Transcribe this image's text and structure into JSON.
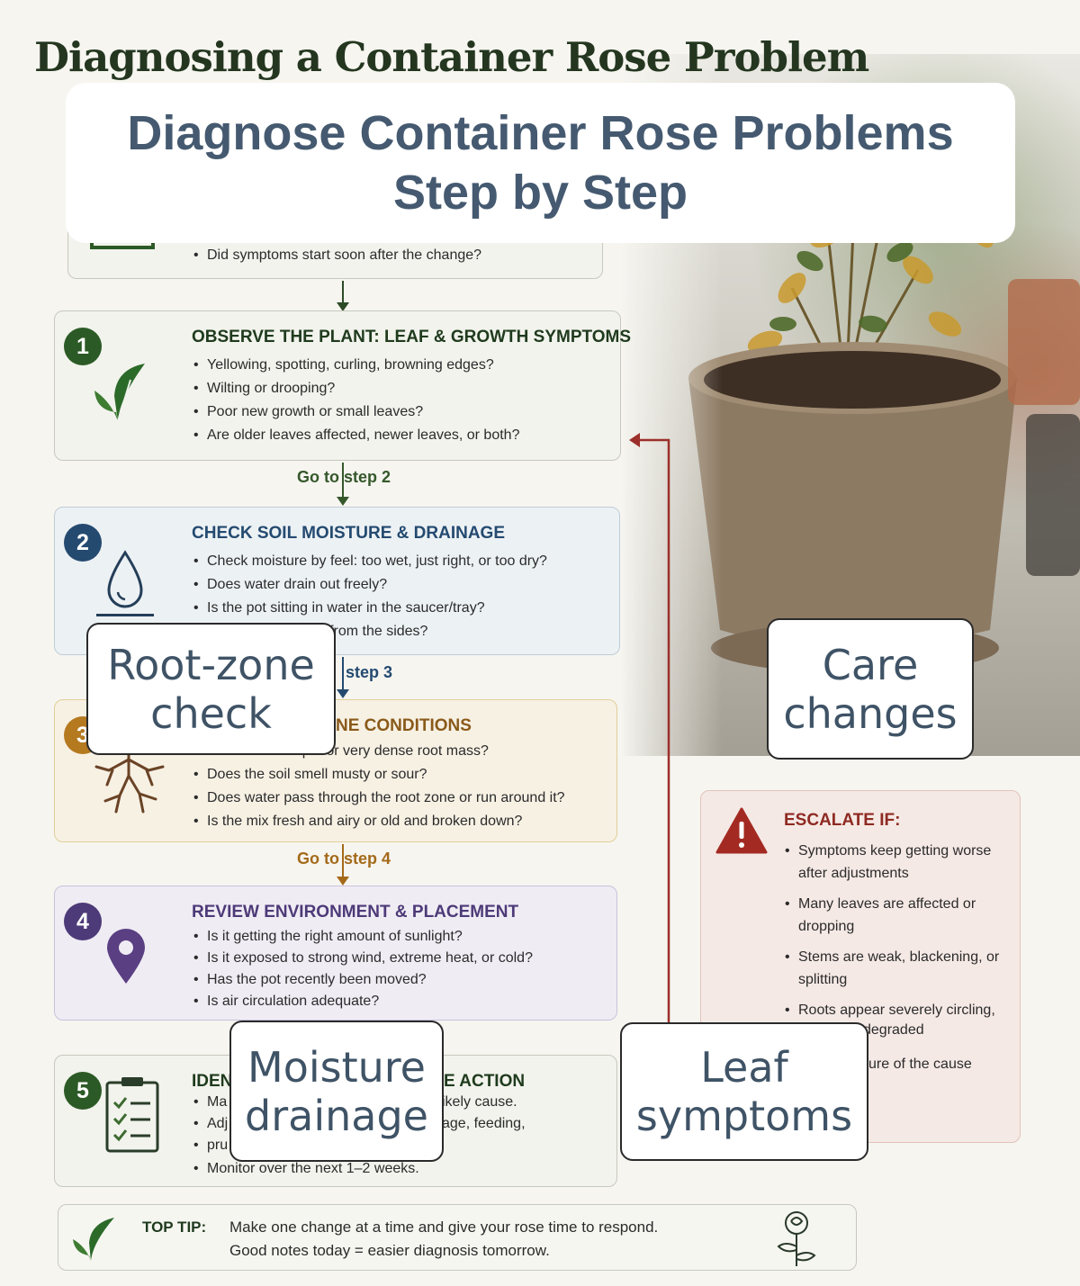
{
  "header": {
    "title": "Diagnosing a Container Rose Problem"
  },
  "banner": {
    "title": "Diagnose Container Rose Problems Step by Step"
  },
  "step0": {
    "bullets": [
      "Did symptoms start soon after the change?"
    ]
  },
  "steps": [
    {
      "number": "1",
      "heading": "OBSERVE THE PLANT: LEAF & GROWTH SYMPTOMS",
      "bullets": [
        "Yellowing, spotting, curling, browning edges?",
        "Wilting or drooping?",
        "Poor new growth or small leaves?",
        "Are older leaves affected, newer leaves, or both?"
      ],
      "goto": "Go to step 2",
      "color": "#2c5a26"
    },
    {
      "number": "2",
      "heading": "CHECK SOIL MOISTURE & DRAINAGE",
      "bullets": [
        "Check moisture by feel: too wet, just right, or too dry?",
        "Does water drain out freely?",
        "Is the pot sitting in water in the saucer/tray?",
        "bic or pulling away from the sides?"
      ],
      "goto": "step 3",
      "color": "#2d5079"
    },
    {
      "number": "3",
      "heading": "NE CONDITIONS",
      "bullets": [
        "the pot or very dense root mass?",
        "Does the soil smell musty or sour?",
        "Does water pass through the root zone or run around it?",
        "Is the mix fresh and airy or old and broken down?"
      ],
      "goto": "Go to step 4",
      "color": "#a46a1a"
    },
    {
      "number": "4",
      "heading": "REVIEW ENVIRONMENT & PLACEMENT",
      "bullets": [
        "Is it getting the right amount of sunlight?",
        "Is it exposed to strong wind, extreme heat, or cold?",
        "Has the pot recently been moved?",
        "Is air circulation adequate?"
      ],
      "color": "#4d3a78"
    },
    {
      "number": "5",
      "heading_left": "IDEN",
      "heading_right": "E ACTION",
      "bullets_left": [
        "Ma",
        "Adj",
        "pru"
      ],
      "bullets_right": [
        "ikely cause.",
        "age, feeding,"
      ],
      "last_bullet": "Monitor over the next 1–2 weeks.",
      "color": "#2c5a26"
    }
  ],
  "escalate": {
    "heading": "ESCALATE IF:",
    "bullets": [
      "Symptoms keep getting worse after adjustments",
      "Many leaves are affected or dropping",
      "Stems are weak, blackening, or splitting",
      "Roots appear severely circling,"
    ],
    "fragment_1": "degraded",
    "fragment_2": "ure of the cause"
  },
  "callouts": {
    "root_zone": "Root-zone check",
    "care_changes": "Care changes",
    "moisture": "Moisture drainage",
    "leaf": "Leaf symptoms"
  },
  "tip": {
    "label": "TOP TIP:",
    "line1": "Make one change at a time and give your rose time to respond.",
    "line2": "Good notes today = easier diagnosis tomorrow."
  },
  "icons": {
    "step1": "leaf-icon",
    "step2": "water-drop-icon",
    "step3": "roots-icon",
    "step4": "location-pin-icon",
    "step5": "checklist-icon",
    "escalate": "warning-icon",
    "tip_left": "leaf-icon",
    "tip_right": "rose-icon"
  }
}
